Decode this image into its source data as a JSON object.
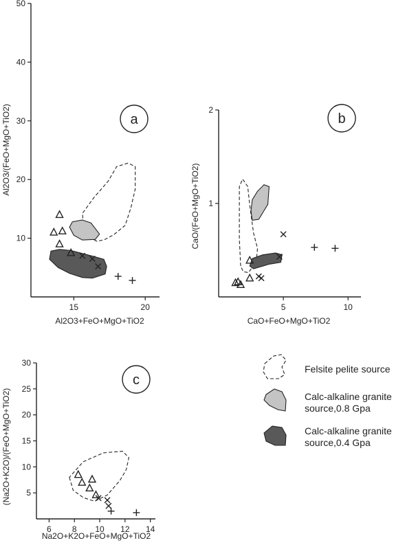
{
  "chart_data": [
    {
      "type": "scatter",
      "panel_label": "a",
      "xlabel": "Al2O3+FeO+MgO+TiO2",
      "ylabel": "Al2O3/(FeO+MgO+TiO2)",
      "xlim": [
        12,
        21
      ],
      "ylim": [
        0,
        50
      ],
      "xticks": [
        "15",
        "20"
      ],
      "yticks": [
        "10",
        "20",
        "30",
        "40",
        "50"
      ],
      "points": [
        {
          "x": 14.0,
          "y": 14.0,
          "marker": "triangle"
        },
        {
          "x": 13.6,
          "y": 11.0,
          "marker": "triangle"
        },
        {
          "x": 14.2,
          "y": 11.2,
          "marker": "triangle"
        },
        {
          "x": 14.0,
          "y": 9.0,
          "marker": "triangle"
        },
        {
          "x": 14.8,
          "y": 7.5,
          "marker": "triangle"
        },
        {
          "x": 15.6,
          "y": 7.0,
          "marker": "x"
        },
        {
          "x": 16.3,
          "y": 6.5,
          "marker": "x"
        },
        {
          "x": 16.7,
          "y": 5.2,
          "marker": "x"
        },
        {
          "x": 18.1,
          "y": 3.5,
          "marker": "plus"
        },
        {
          "x": 19.1,
          "y": 2.8,
          "marker": "plus"
        }
      ],
      "regions": [
        {
          "name": "felsite",
          "points": [
            [
              16.2,
              10
            ],
            [
              15.7,
              12
            ],
            [
              15.6,
              14.2
            ],
            [
              16.4,
              16.9
            ],
            [
              17.4,
              19.7
            ],
            [
              18.0,
              22.2
            ],
            [
              18.8,
              22.8
            ],
            [
              19.3,
              22.2
            ],
            [
              19.3,
              18.4
            ],
            [
              19.0,
              15.2
            ],
            [
              18.6,
              12.2
            ],
            [
              17.8,
              10.6
            ],
            [
              17.1,
              9.7
            ],
            [
              16.6,
              9.5
            ]
          ]
        },
        {
          "name": "ca08",
          "points": [
            [
              14.7,
              11.9
            ],
            [
              14.9,
              12.8
            ],
            [
              15.6,
              13.1
            ],
            [
              16.2,
              12.6
            ],
            [
              16.8,
              10.7
            ],
            [
              16.5,
              9.8
            ],
            [
              15.6,
              9.7
            ],
            [
              15.0,
              10.5
            ]
          ]
        },
        {
          "name": "ca04",
          "points": [
            [
              13.3,
              6.4
            ],
            [
              13.4,
              7.8
            ],
            [
              14.0,
              8.1
            ],
            [
              14.8,
              7.9
            ],
            [
              15.6,
              7.4
            ],
            [
              16.4,
              6.9
            ],
            [
              17.1,
              6.4
            ],
            [
              17.3,
              5.2
            ],
            [
              17.2,
              3.9
            ],
            [
              16.3,
              3.2
            ],
            [
              15.6,
              3.3
            ],
            [
              14.7,
              4.0
            ],
            [
              13.9,
              5.0
            ]
          ]
        }
      ]
    },
    {
      "type": "scatter",
      "panel_label": "b",
      "xlabel": "CaO+FeO+MgO+TiO2",
      "ylabel": "CaO/(FeO+MgO+TiO2)",
      "xlim": [
        0,
        11
      ],
      "ylim": [
        0,
        2
      ],
      "xticks": [
        "5",
        "10"
      ],
      "yticks": [
        "1",
        "2"
      ],
      "points": [
        {
          "x": 1.3,
          "y": 0.15,
          "marker": "triangle"
        },
        {
          "x": 1.5,
          "y": 0.16,
          "marker": "triangle"
        },
        {
          "x": 1.7,
          "y": 0.13,
          "marker": "triangle"
        },
        {
          "x": 2.4,
          "y": 0.2,
          "marker": "triangle"
        },
        {
          "x": 2.4,
          "y": 0.39,
          "marker": "triangle"
        },
        {
          "x": 3.1,
          "y": 0.22,
          "marker": "x"
        },
        {
          "x": 3.3,
          "y": 0.2,
          "marker": "x"
        },
        {
          "x": 4.7,
          "y": 0.43,
          "marker": "x"
        },
        {
          "x": 5.0,
          "y": 0.67,
          "marker": "x"
        },
        {
          "x": 7.4,
          "y": 0.53,
          "marker": "plus"
        },
        {
          "x": 9.0,
          "y": 0.52,
          "marker": "plus"
        }
      ],
      "regions": [
        {
          "name": "felsite",
          "points": [
            [
              1.7,
              0.33
            ],
            [
              1.6,
              0.62
            ],
            [
              1.6,
              0.95
            ],
            [
              1.6,
              1.18
            ],
            [
              1.85,
              1.26
            ],
            [
              2.25,
              1.18
            ],
            [
              2.4,
              0.98
            ],
            [
              2.7,
              0.68
            ],
            [
              3.0,
              0.52
            ],
            [
              2.9,
              0.37
            ],
            [
              2.3,
              0.26
            ],
            [
              1.9,
              0.27
            ]
          ]
        },
        {
          "name": "ca08",
          "points": [
            [
              2.5,
              0.92
            ],
            [
              2.6,
              1.04
            ],
            [
              3.0,
              1.13
            ],
            [
              3.5,
              1.2
            ],
            [
              3.9,
              1.18
            ],
            [
              3.8,
              0.99
            ],
            [
              3.1,
              0.83
            ],
            [
              2.6,
              0.82
            ]
          ]
        },
        {
          "name": "ca04",
          "points": [
            [
              2.4,
              0.33
            ],
            [
              2.6,
              0.41
            ],
            [
              3.4,
              0.45
            ],
            [
              4.4,
              0.47
            ],
            [
              4.9,
              0.45
            ],
            [
              4.8,
              0.37
            ],
            [
              3.9,
              0.35
            ],
            [
              2.7,
              0.3
            ]
          ]
        }
      ]
    },
    {
      "type": "scatter",
      "panel_label": "c",
      "xlabel": "Na2O+K2O+FeO+MgO+TiO2",
      "ylabel": "(Na2O+K2O)/(FeO+MgO+TiO2)",
      "xlim": [
        5,
        14.4
      ],
      "ylim": [
        0,
        30
      ],
      "xticks": [
        "6",
        "8",
        "10",
        "12",
        "14"
      ],
      "yticks": [
        "5",
        "10",
        "15",
        "20",
        "25",
        "30"
      ],
      "points": [
        {
          "x": 8.3,
          "y": 8.5,
          "marker": "triangle"
        },
        {
          "x": 8.6,
          "y": 7.0,
          "marker": "triangle"
        },
        {
          "x": 9.4,
          "y": 7.6,
          "marker": "triangle"
        },
        {
          "x": 9.2,
          "y": 5.9,
          "marker": "triangle"
        },
        {
          "x": 9.7,
          "y": 4.6,
          "marker": "triangle"
        },
        {
          "x": 9.9,
          "y": 4.0,
          "marker": "x"
        },
        {
          "x": 10.6,
          "y": 3.6,
          "marker": "x"
        },
        {
          "x": 10.7,
          "y": 2.5,
          "marker": "x"
        },
        {
          "x": 10.9,
          "y": 1.5,
          "marker": "plus"
        },
        {
          "x": 12.9,
          "y": 1.2,
          "marker": "plus"
        }
      ],
      "regions": [
        {
          "name": "felsite",
          "points": [
            [
              7.6,
              8.0
            ],
            [
              7.9,
              5.5
            ],
            [
              8.7,
              4.1
            ],
            [
              9.6,
              3.4
            ],
            [
              10.6,
              4.6
            ],
            [
              11.6,
              7.4
            ],
            [
              12.1,
              9.5
            ],
            [
              12.3,
              11.8
            ],
            [
              11.8,
              13.0
            ],
            [
              10.3,
              12.7
            ],
            [
              8.7,
              11.0
            ]
          ]
        }
      ]
    }
  ],
  "legend": [
    {
      "label": "Felsite pelite source",
      "style": "felsite"
    },
    {
      "label": "Calc-alkaline granite source,0.8 Gpa",
      "style": "ca08"
    },
    {
      "label": "Calc-alkaline granite source,0.4 Gpa",
      "style": "ca04"
    }
  ],
  "colors": {
    "felsite": "#ffffff",
    "ca08": "#c4c4c4",
    "ca04": "#595959",
    "ink": "#222222"
  }
}
